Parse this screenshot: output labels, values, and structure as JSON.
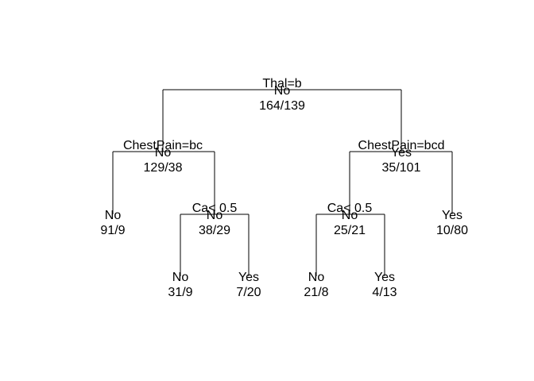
{
  "tree": {
    "splits": [
      {
        "id": "root",
        "rule": "Thal=b"
      },
      {
        "id": "L",
        "rule": "ChestPain=bc"
      },
      {
        "id": "R",
        "rule": "ChestPain=bcd"
      },
      {
        "id": "LR",
        "rule": "Ca< 0.5"
      },
      {
        "id": "RL",
        "rule": "Ca< 0.5"
      }
    ],
    "nodes": [
      {
        "id": "root",
        "class": "No",
        "counts": "164/139"
      },
      {
        "id": "L",
        "class": "No",
        "counts": "129/38"
      },
      {
        "id": "R",
        "class": "Yes",
        "counts": "35/101"
      },
      {
        "id": "LL",
        "class": "No",
        "counts": "91/9"
      },
      {
        "id": "LR",
        "class": "No",
        "counts": "38/29"
      },
      {
        "id": "RL",
        "class": "No",
        "counts": "25/21"
      },
      {
        "id": "RR",
        "class": "Yes",
        "counts": "10/80"
      },
      {
        "id": "LRL",
        "class": "No",
        "counts": "31/9"
      },
      {
        "id": "LRR",
        "class": "Yes",
        "counts": "7/20"
      },
      {
        "id": "RLL",
        "class": "No",
        "counts": "21/8"
      },
      {
        "id": "RLR",
        "class": "Yes",
        "counts": "4/13"
      }
    ]
  }
}
